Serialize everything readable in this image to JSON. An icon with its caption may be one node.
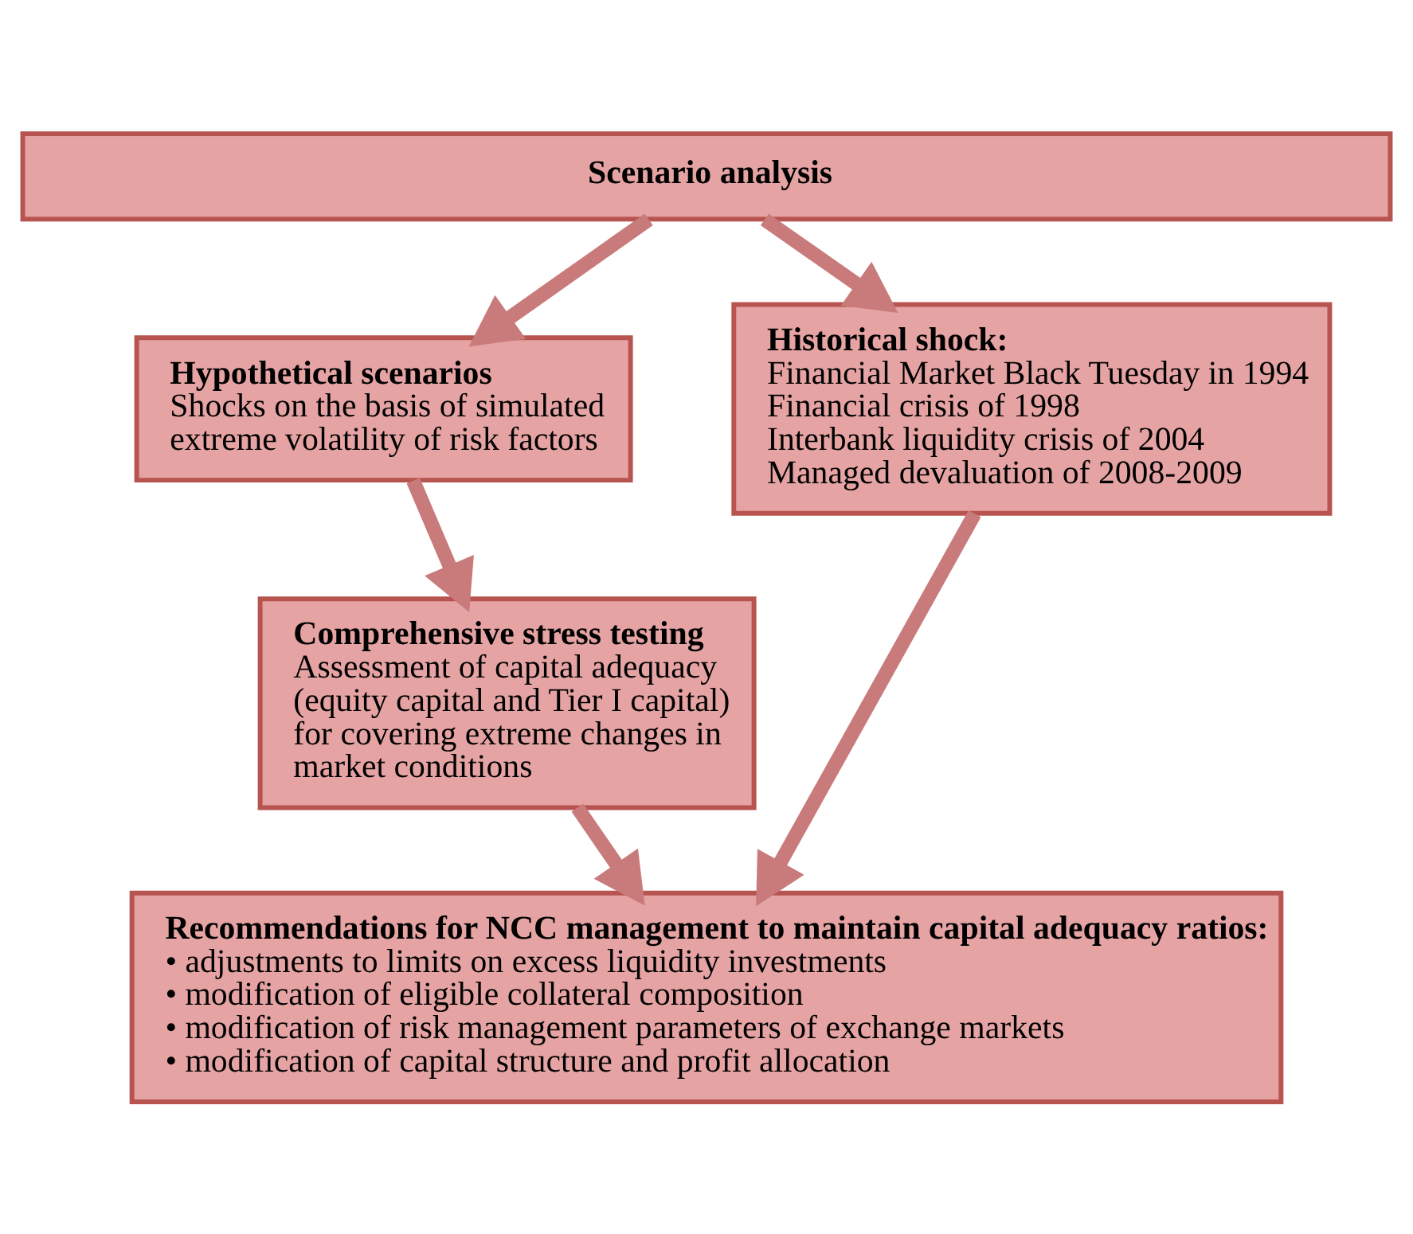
{
  "diagram": {
    "nodes": [
      {
        "text": [
          "Scenario analysis"
        ]
      },
      {
        "text": [
          "Hypothetical scenarios",
          "Shocks on the basis of simulated extreme volatility of risk factors"
        ]
      },
      {
        "text": [
          "Historical shock:",
          "Financial Market Black Tuesday in 1994",
          "Financial crisis of 1998",
          "Interbank liquidity crisis of 2004",
          "Managed devaluation of 2008-2009"
        ]
      },
      {
        "text": [
          "Comprehensive stress testing",
          "Assessment of capital adequacy (equity capital and Tier I capital) for covering extreme changes in market conditions"
        ]
      },
      {
        "text": [
          "Recommendations for NCC management to maintain capital adequacy ratios:",
          "• adjustments to limits on excess liquidity investments",
          "• modification of eligible collateral composition",
          "• modification of risk management parameters of exchange markets",
          "• modification of capital structure and profit allocation"
        ]
      }
    ],
    "edges": [
      {
        "from": 0,
        "to": 1,
        "arrow": "to"
      },
      {
        "from": 0,
        "to": 2,
        "arrow": "to"
      },
      {
        "from": 1,
        "to": 3,
        "arrow": "to"
      },
      {
        "from": 3,
        "to": 4,
        "arrow": "to"
      },
      {
        "from": 2,
        "to": 4,
        "arrow": "to"
      }
    ]
  }
}
